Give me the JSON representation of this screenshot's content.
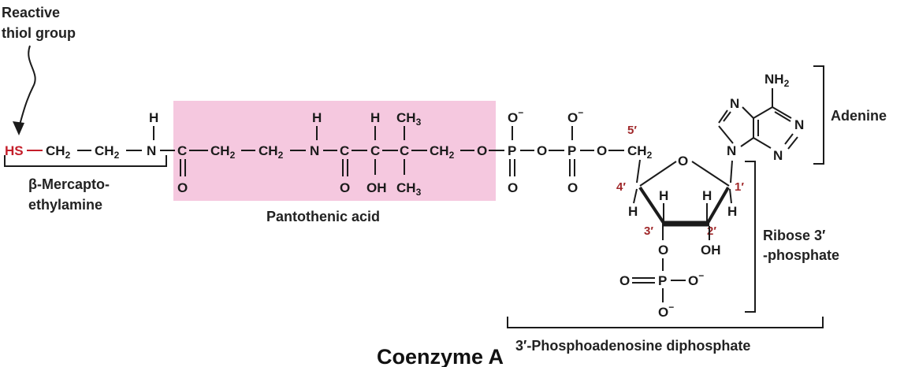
{
  "colors": {
    "pantothenic_box": "#f5c8df",
    "thiol_red": "#c41e2a",
    "ring_number_red": "#a0282a",
    "ink": "#1b1b1b"
  },
  "labels": {
    "reactive_thiol_line1": "Reactive",
    "reactive_thiol_line2": "thiol group",
    "mercapto_line1": "β-Mercapto-",
    "mercapto_line2": "ethylamine",
    "pantothenic_acid": "Pantothenic acid",
    "adenine": "Adenine",
    "ribose_line1": "Ribose 3′",
    "ribose_line2": "-phosphate",
    "phosphoadenosine": "3′-Phosphoadenosine diphosphate",
    "coenzyme_a": "Coenzyme A"
  },
  "atoms": {
    "hs": "HS",
    "n": "N",
    "h": "H",
    "c": "C",
    "o": "O",
    "p": "P",
    "oh": "OH",
    "ch2": "CH",
    "ch3": "CH",
    "nh2": "NH",
    "o_minus": "O"
  },
  "subscripts": {
    "two": "2",
    "three": "3"
  },
  "charges": {
    "minus": "−"
  },
  "ring_positions": {
    "p1": "1′",
    "p2": "2′",
    "p3": "3′",
    "p4": "4′",
    "p5": "5′"
  },
  "icons": {
    "squiggle_arrow": "squiggle-arrow-icon"
  }
}
